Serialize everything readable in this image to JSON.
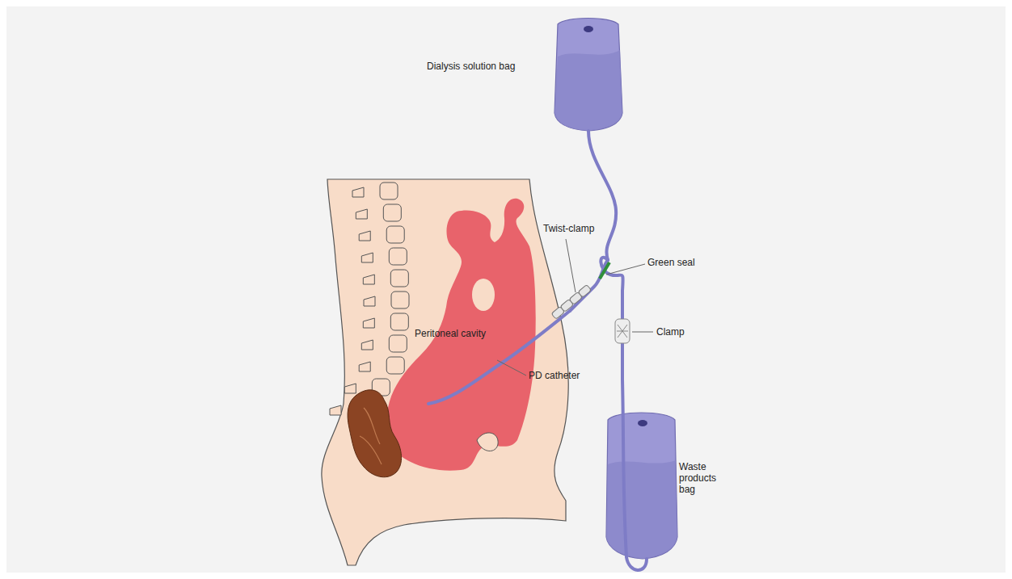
{
  "diagram": {
    "labels": [
      "Dialysis solution bag",
      "Twist-clamp",
      "Green seal",
      "Clamp",
      "Peritoneal cavity",
      "PD catheter",
      "Waste products bag"
    ]
  }
}
